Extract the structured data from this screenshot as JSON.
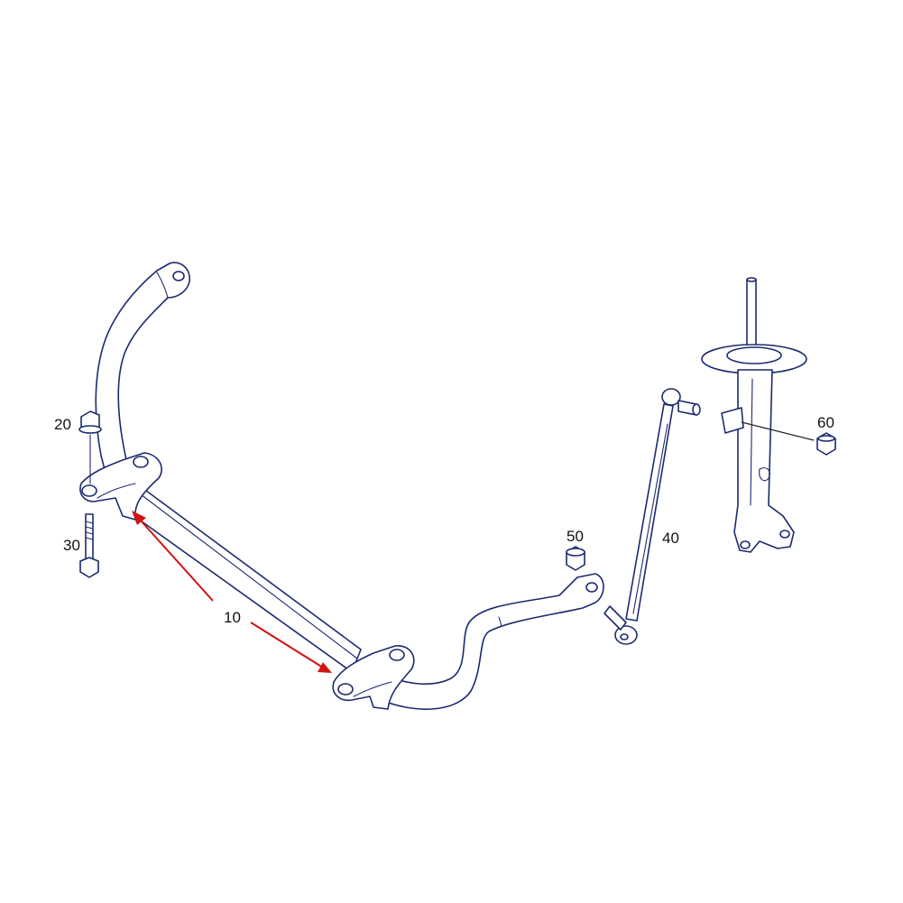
{
  "diagram": {
    "colors": {
      "line_art": "#1c2a6e",
      "callout_arrow": "#d31212",
      "label_text": "#111111"
    },
    "labels": {
      "part_10": "10",
      "part_20": "20",
      "part_30": "30",
      "part_40": "40",
      "part_50": "50",
      "part_60": "60"
    }
  }
}
